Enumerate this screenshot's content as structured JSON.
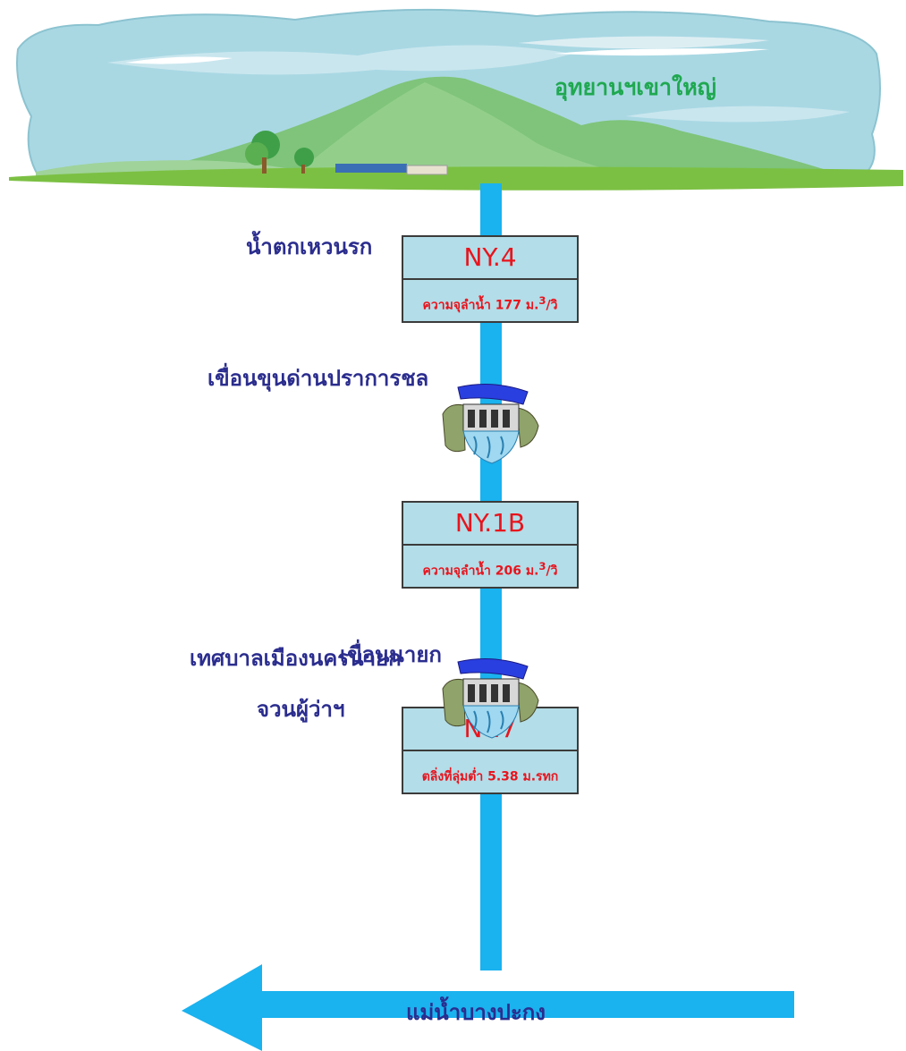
{
  "park_label": "อุทยานฯเขาใหญ่",
  "main_river_label": "แม่น้ำบางปะกง",
  "places": {
    "waterfall": "น้ำตกเหวนรก",
    "dam_upper": "เขื่อนขุนด่านปราการชล",
    "municipality": "เทศบาลเมืองนครนายก",
    "governor": "จวนผู้ว่าฯ",
    "dam_lower": "เขื่อนนายก"
  },
  "stations": [
    {
      "code": "NY.4",
      "info_prefix": "ความจุลำน้ำ 177 ม.",
      "sup": "3",
      "info_suffix": "/วิ"
    },
    {
      "code": "NY.1B",
      "info_prefix": "ความจุลำน้ำ 206 ม.",
      "sup": "3",
      "info_suffix": "/วิ"
    },
    {
      "code": "NY.7",
      "info_prefix": "ตลิ่งที่ลุ่มต่ำ 5.38 ม.รทก",
      "sup": "",
      "info_suffix": ""
    }
  ],
  "icons": {
    "dam": "dam-icon",
    "mountain": "mountain-landscape-icon"
  },
  "colors": {
    "river": "#1ab2ef",
    "label_text": "#2b2d8e",
    "station_fill": "#b3dde8",
    "station_text": "#e8141d",
    "park_text": "#1fa850"
  }
}
